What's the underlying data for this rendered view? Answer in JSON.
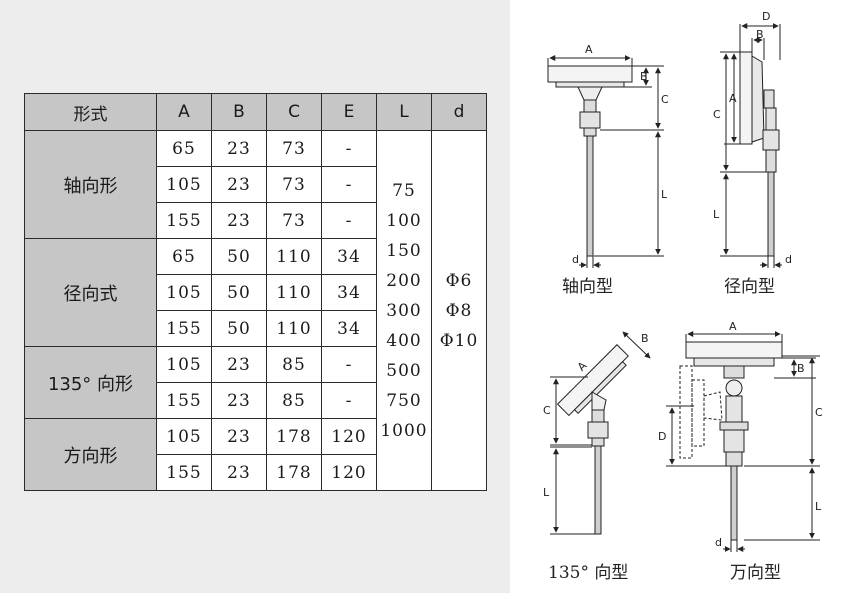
{
  "table": {
    "headers": [
      "形式",
      "A",
      "B",
      "C",
      "E",
      "L",
      "d"
    ],
    "groups": [
      {
        "type": "轴向形",
        "rows": [
          [
            "65",
            "23",
            "73",
            "-"
          ],
          [
            "105",
            "23",
            "73",
            "-"
          ],
          [
            "155",
            "23",
            "73",
            "-"
          ]
        ]
      },
      {
        "type": "径向式",
        "rows": [
          [
            "65",
            "50",
            "110",
            "34"
          ],
          [
            "105",
            "50",
            "110",
            "34"
          ],
          [
            "155",
            "50",
            "110",
            "34"
          ]
        ]
      },
      {
        "type": "135° 向形",
        "rows": [
          [
            "105",
            "23",
            "85",
            "-"
          ],
          [
            "155",
            "23",
            "85",
            "-"
          ]
        ]
      },
      {
        "type": "方向形",
        "rows": [
          [
            "105",
            "23",
            "178",
            "120"
          ],
          [
            "155",
            "23",
            "178",
            "120"
          ]
        ]
      }
    ],
    "l_values": [
      "75",
      "100",
      "150",
      "200",
      "300",
      "400",
      "500",
      "750",
      "1000"
    ],
    "d_values": [
      "Φ6",
      "Φ8",
      "Φ10"
    ]
  },
  "diagrams": {
    "axial": {
      "caption": "轴向型",
      "labels": {
        "a": "A",
        "b": "B",
        "c": "C",
        "l": "L",
        "d": "d"
      }
    },
    "radial": {
      "caption": "径向型",
      "labels": {
        "d_top": "D",
        "b": "B",
        "a": "A",
        "c": "C",
        "l": "L",
        "d": "d"
      }
    },
    "angle135": {
      "caption": "135° 向型",
      "labels": {
        "a": "A",
        "b": "B",
        "c": "C",
        "l": "L"
      }
    },
    "universal": {
      "caption": "万向型",
      "labels": {
        "a": "A",
        "b": "B",
        "c": "C",
        "d_mid": "D",
        "l": "L",
        "d": "d"
      }
    }
  }
}
